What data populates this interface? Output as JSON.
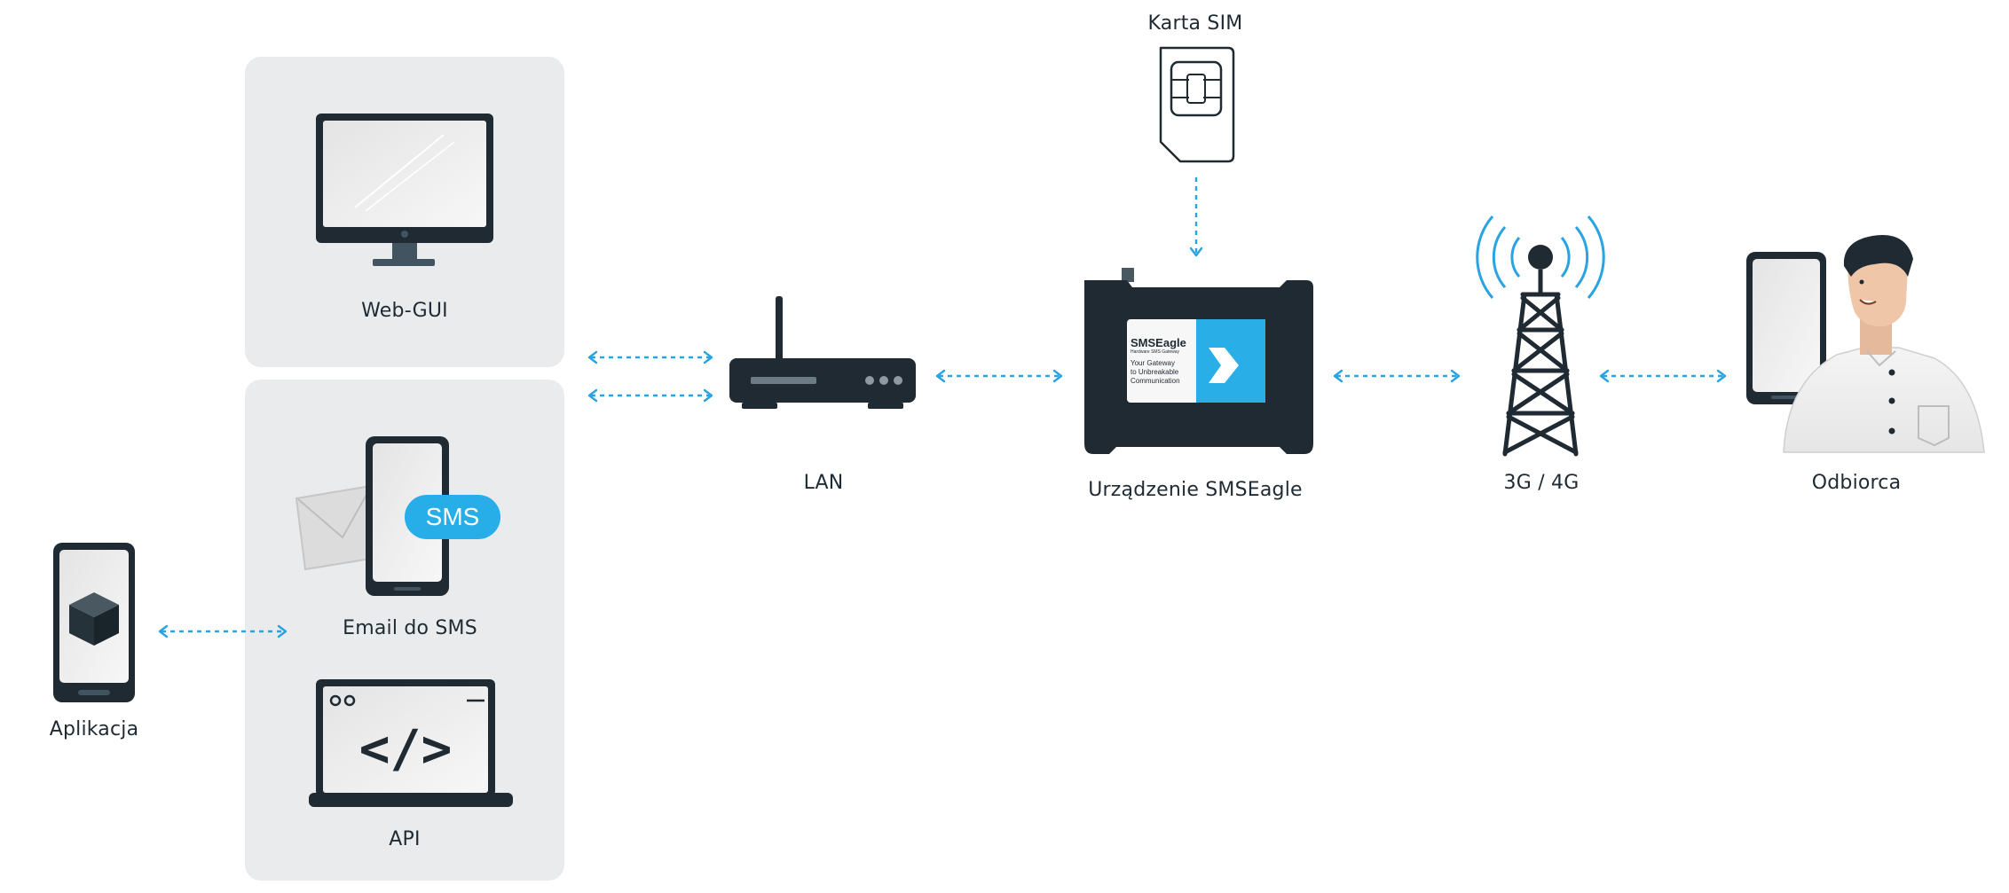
{
  "nodes": {
    "web_gui": "Web-GUI",
    "email_to_sms": "Email do SMS",
    "api": "API",
    "app": "Aplikacja",
    "lan": "LAN",
    "sim_card": "Karta SIM",
    "device": "Urządzenie SMSEagle",
    "network": "3G / 4G",
    "recipient": "Odbiorca"
  },
  "badges": {
    "sms": "SMS",
    "api_code": "</>"
  },
  "device_label": {
    "brand": "SMSEagle",
    "tagline_1": "Hardware SMS Gateway",
    "slogan_1": "Your Gateway",
    "slogan_2": "to Unbreakable",
    "slogan_3": "Communication"
  },
  "colors": {
    "accent": "#2aa3e3",
    "dark": "#1f2a33",
    "panel": "#e9ebec"
  },
  "icons": [
    "monitor-icon",
    "envelope-icon",
    "phone-icon",
    "laptop-icon",
    "router-icon",
    "sim-card-icon",
    "gateway-device-icon",
    "cell-tower-icon",
    "person-icon"
  ]
}
